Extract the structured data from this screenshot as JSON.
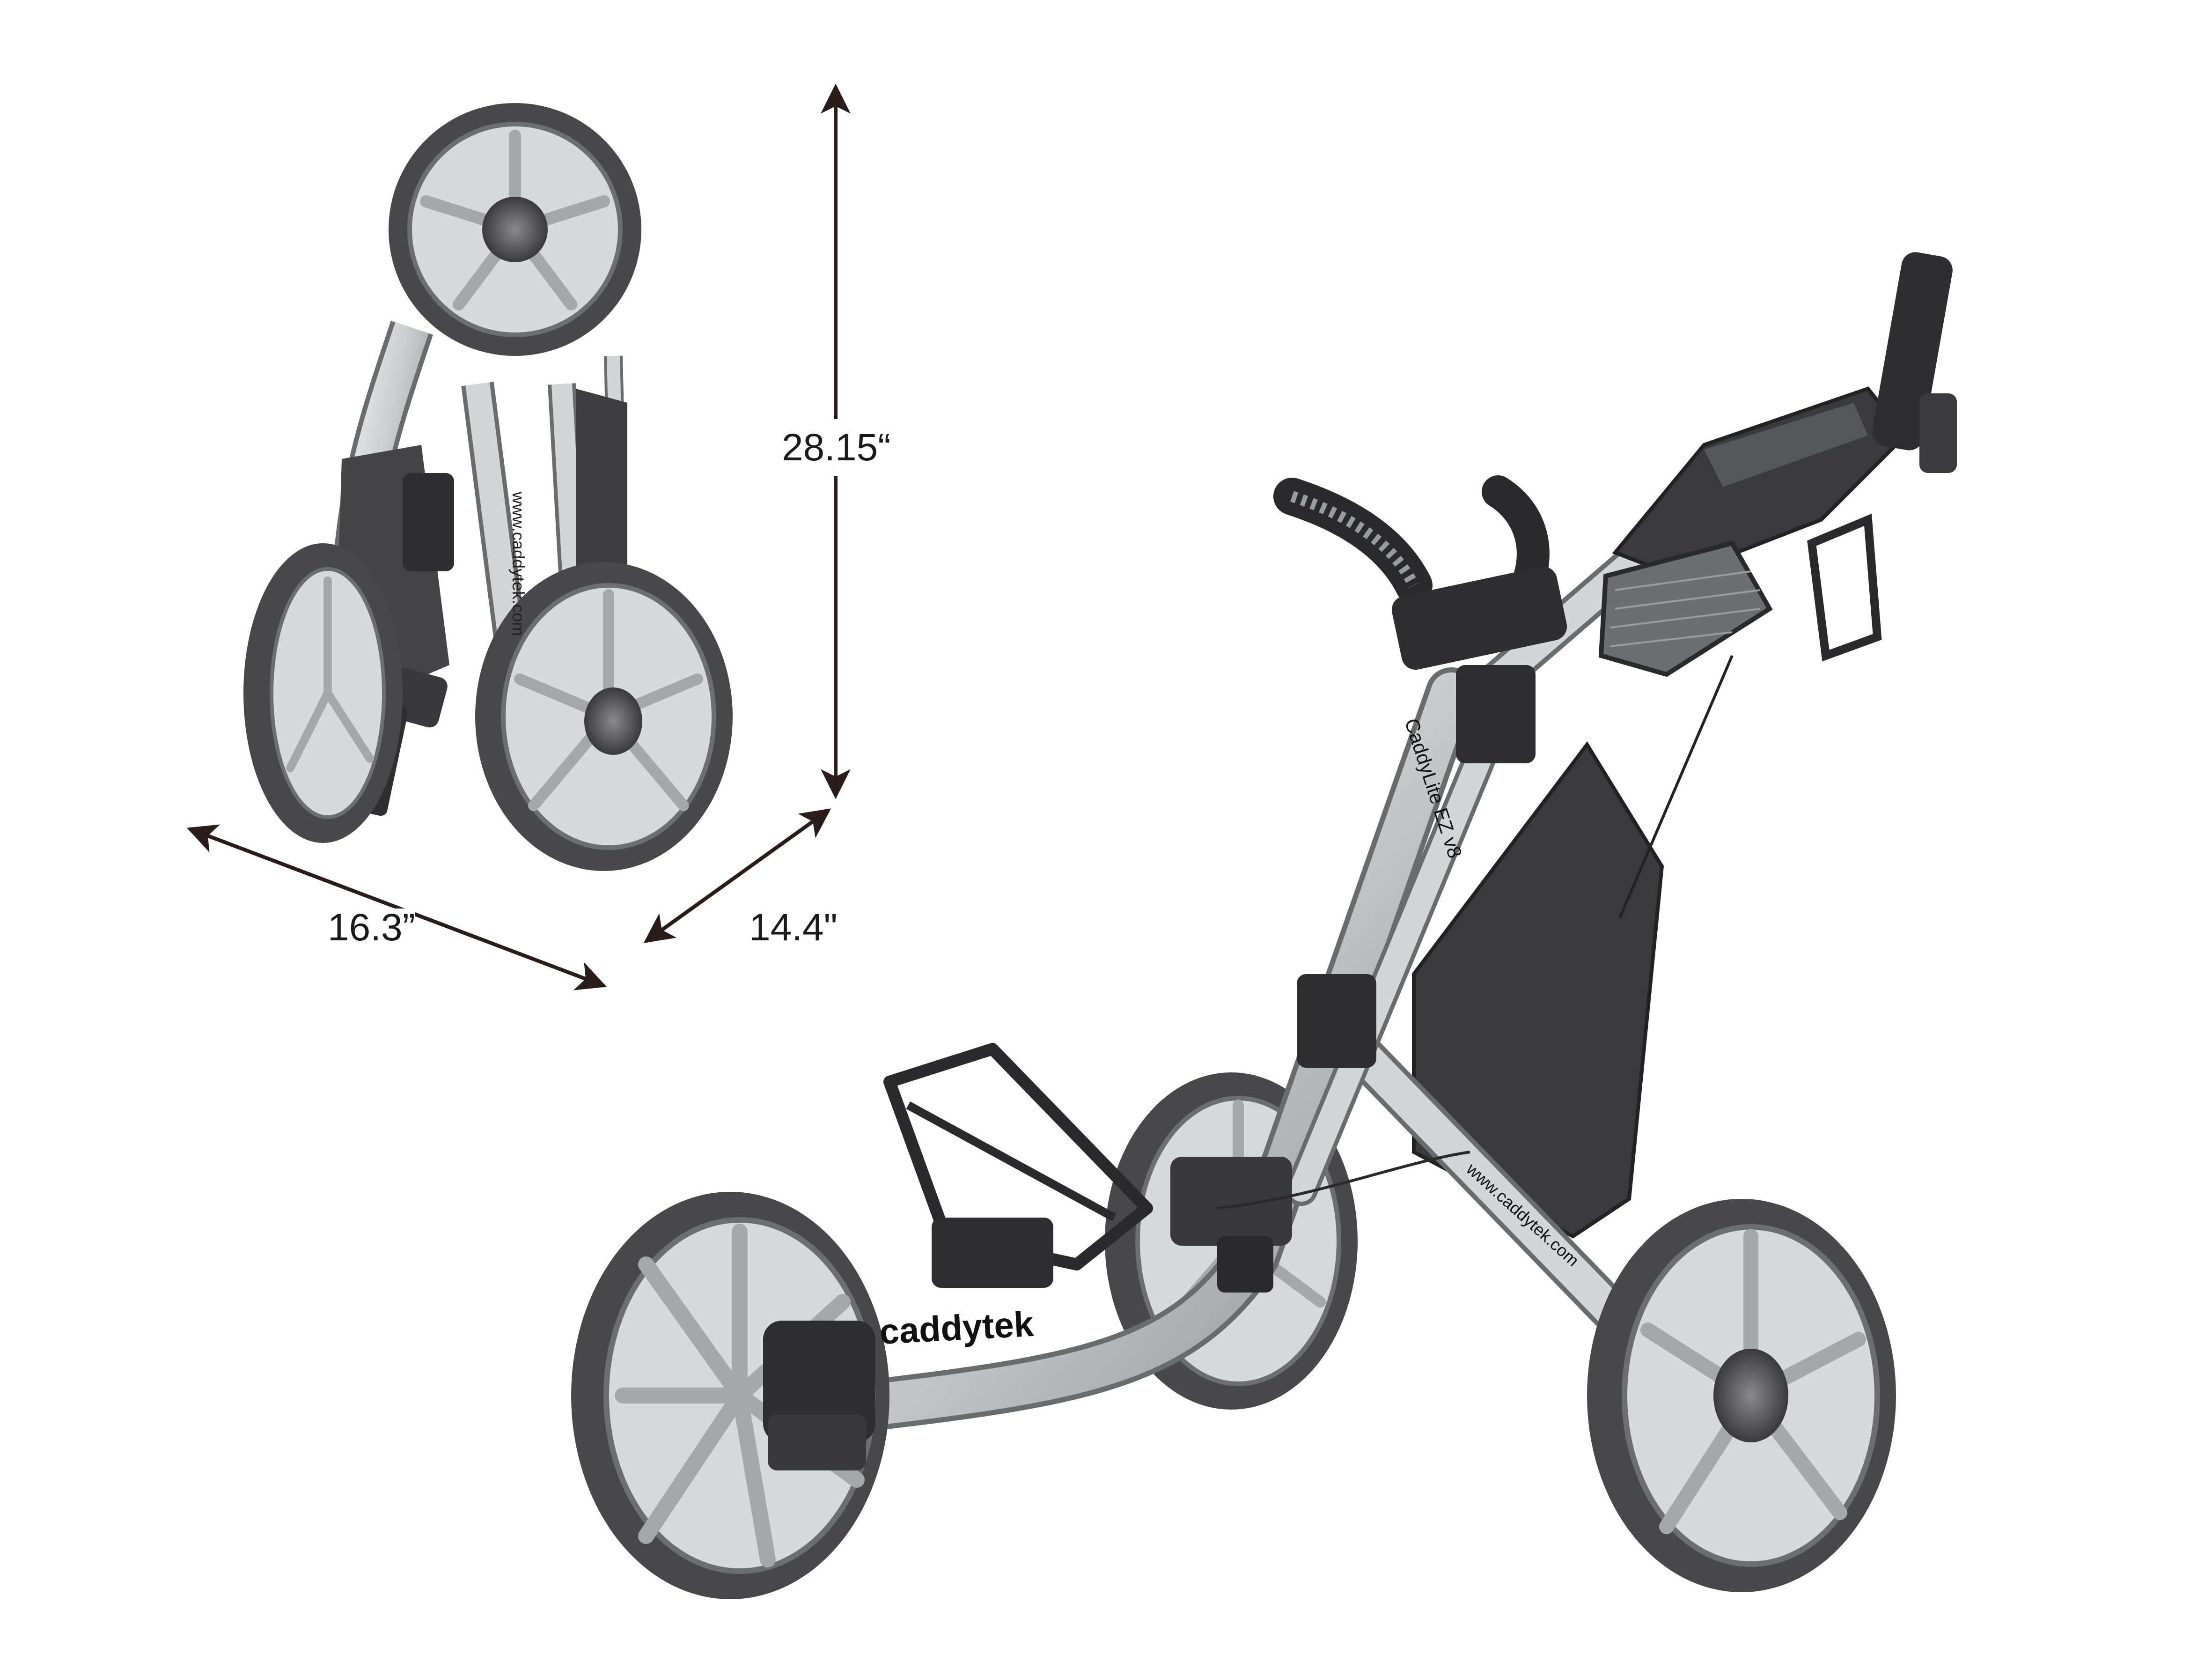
{
  "dimensions": {
    "height": "28.15“",
    "width": "16.3”",
    "depth": "14.4\""
  },
  "branding": {
    "cart_logo": "caddytek",
    "website_folded": "www.caddytek.com",
    "website_open": "www.caddytek.com",
    "model_name": "CaddyLite EZ v8"
  },
  "colors": {
    "background": "#ffffff",
    "frame": "#cfd0d2",
    "tire": "#4a4a4c",
    "dark": "#2a2a2c",
    "bag": "#3a3a3c",
    "arrow": "#2a1c1a"
  },
  "icons": [
    "folded-cart-illustration",
    "open-cart-illustration",
    "dimension-arrow"
  ]
}
